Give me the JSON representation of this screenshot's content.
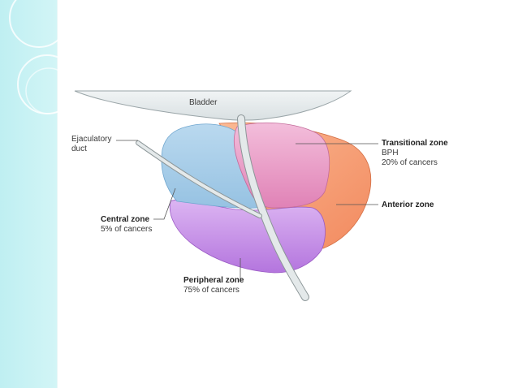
{
  "labels": {
    "bladder": "Bladder",
    "ejaculatory_line1": "Ejaculatory",
    "ejaculatory_line2": "duct",
    "transitional_title": "Transitional zone",
    "transitional_line2": "BPH",
    "transitional_line3": "20% of cancers",
    "anterior_title": "Anterior zone",
    "central_title": "Central zone",
    "central_line2": "5% of cancers",
    "peripheral_title": "Peripheral zone",
    "peripheral_line2": "75% of cancers"
  },
  "colors": {
    "side_band": "#c8f2f4",
    "bladder": "#e6ebec",
    "anterior": "#f7a077",
    "transitional": "#ec9fc9",
    "central": "#a7cfe8",
    "peripheral": "#c896e6",
    "duct": "#d9dfe1"
  }
}
